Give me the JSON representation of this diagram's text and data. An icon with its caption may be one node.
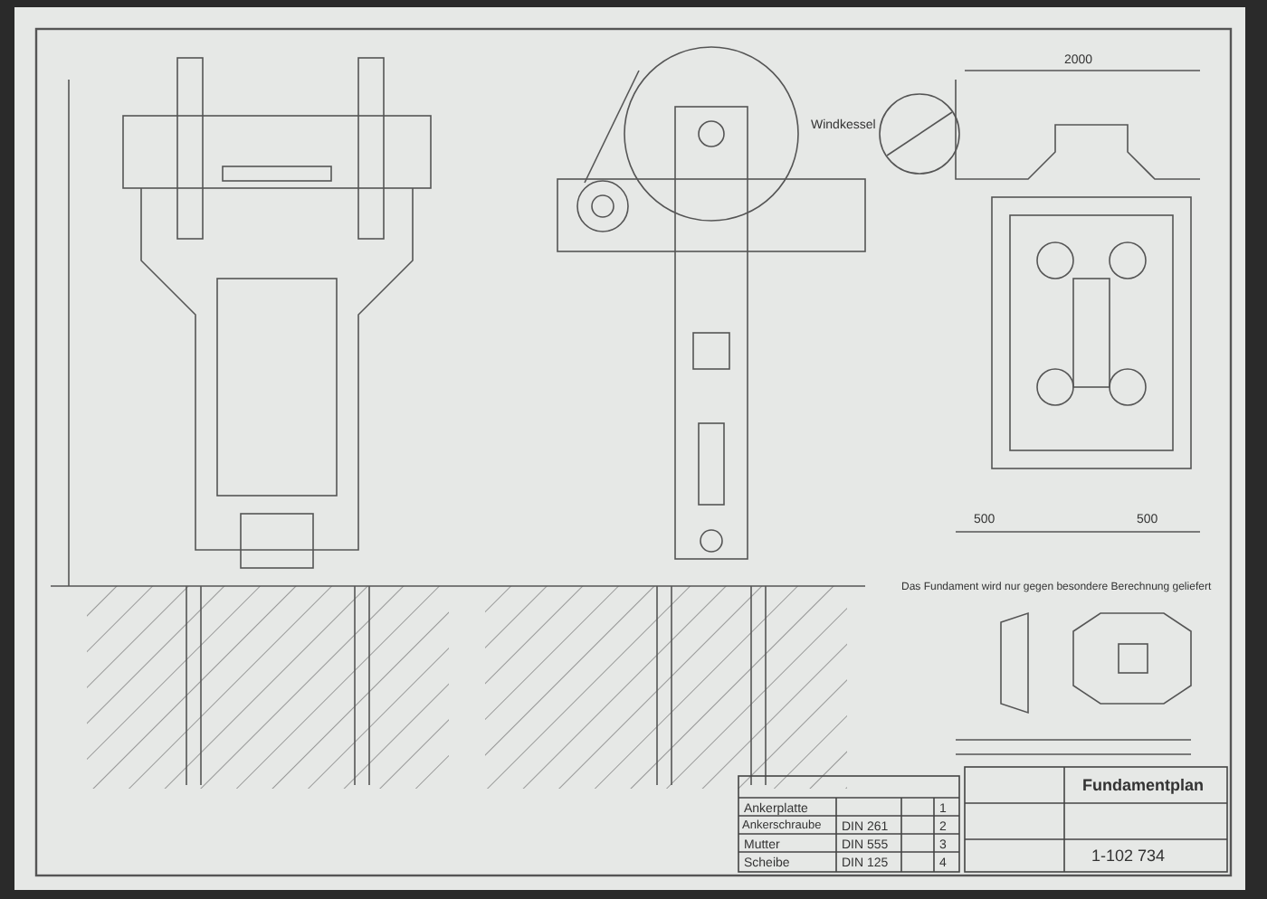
{
  "diagram": {
    "title": "Fundamentplan",
    "labels": [
      "2000",
      "500",
      "500",
      "Windkessel",
      "Das Fundament wird nur gegen besondere Berechnung geliefert",
      "Ankerplatte",
      "1",
      "Ankerschraube",
      "DIN 261",
      "2",
      "Mutter",
      "DIN 555",
      "3",
      "Scheibe",
      "DIN 125",
      "4",
      "1-102 734"
    ]
  }
}
